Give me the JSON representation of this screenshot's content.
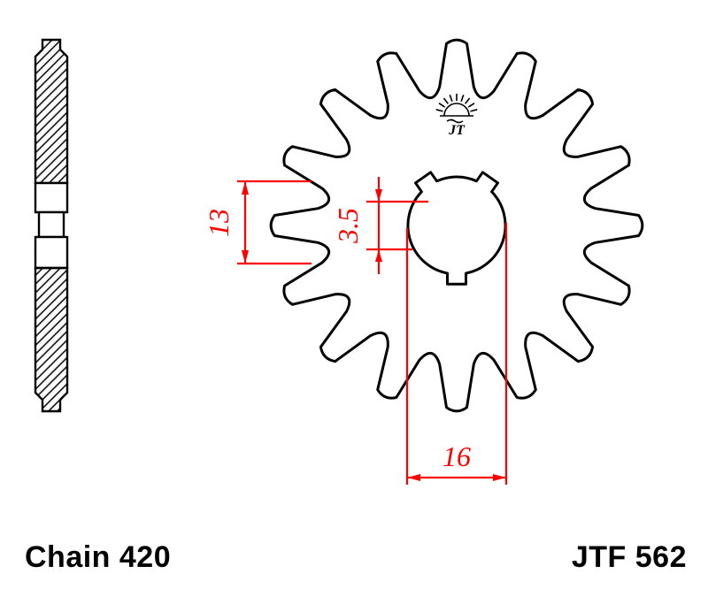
{
  "labels": {
    "chain": "Chain 420",
    "part_number": "JTF 562"
  },
  "dimensions": {
    "width_across": "13",
    "spline_depth": "3.5",
    "bore_diameter": "16"
  },
  "logo": {
    "text": "JT"
  },
  "colors": {
    "dimension": "#ff0000",
    "outline": "#000000",
    "background": "#ffffff"
  }
}
